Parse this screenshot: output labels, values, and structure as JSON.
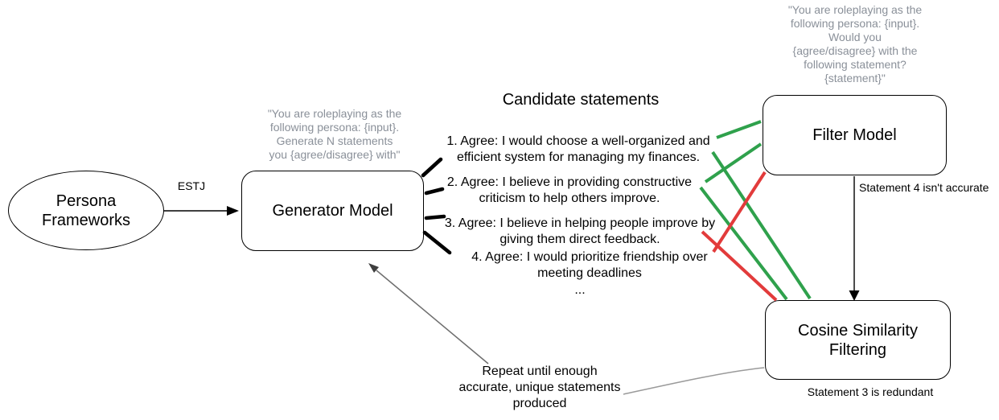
{
  "colors": {
    "accept_green": "#2fa14c",
    "reject_red": "#e23b3b",
    "prompt_gray": "#8a9099",
    "edge_black": "#000000",
    "arrow_gray": "#6e6e6e",
    "connector_gray": "#9a9a9a"
  },
  "diagram": {
    "persona": {
      "label": "Persona Frameworks"
    },
    "estj_label": "ESTJ",
    "generator": {
      "prompt": "\"You are roleplaying as the\nfollowing persona: {input}.\nGenerate N statements\nyou {agree/disagree} with\"",
      "label": "Generator Model"
    },
    "candidates": {
      "title": "Candidate statements",
      "items": [
        "1. Agree: I would choose a well-organized and\nefficient system for managing my finances.",
        "2. Agree: I believe in providing constructive\ncriticism to help others improve.",
        "3. Agree: I believe in helping people improve by\ngiving them direct feedback.",
        "4. Agree: I would prioritize friendship over\nmeeting deadlines"
      ],
      "ellipsis": "..."
    },
    "filter": {
      "prompt": "\"You are roleplaying as the\nfollowing persona: {input}.\nWould you\n{agree/disagree} with the\nfollowing statement?\n{statement}\"",
      "label": "Filter Model",
      "note": "Statement 4 isn't accurate"
    },
    "cosine": {
      "label": "Cosine Similarity Filtering",
      "note": "Statement 3 is redundant"
    },
    "repeat_note": "Repeat until enough\naccurate, unique statements\nproduced"
  }
}
